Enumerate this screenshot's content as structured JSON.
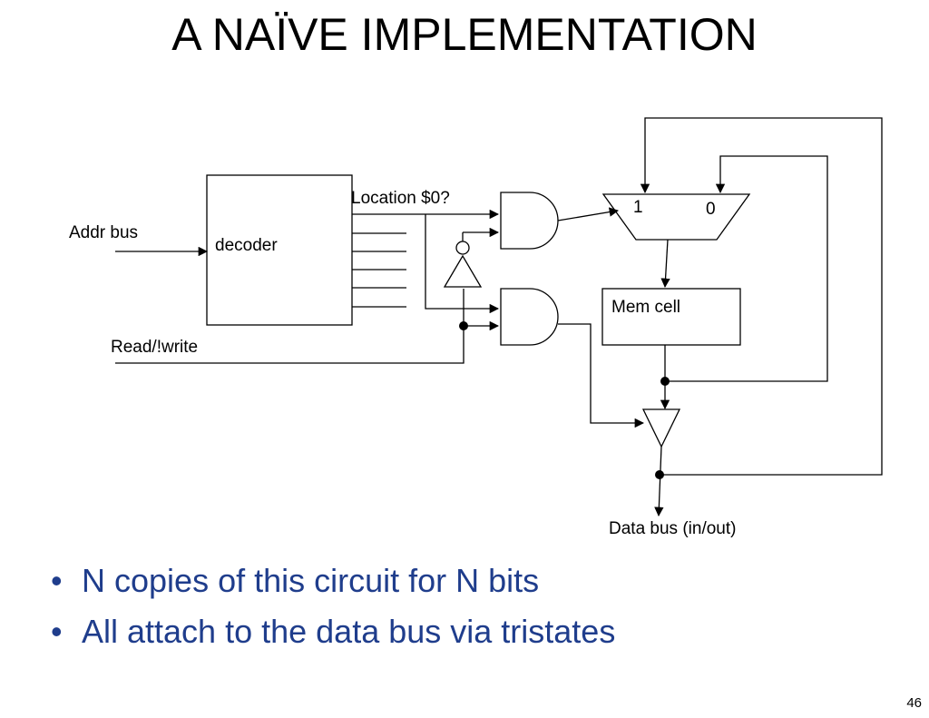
{
  "slide": {
    "title": "A NAÏVE IMPLEMENTATION",
    "page_number": "46",
    "text_color": "#1f3d8c"
  },
  "diagram": {
    "addr_bus_label": "Addr bus",
    "decoder_label": "decoder",
    "location_label": "Location $0?",
    "read_write_label": "Read/!write",
    "mux_input_1": "1",
    "mux_input_0": "0",
    "mem_cell_label": "Mem cell",
    "data_bus_label": "Data bus (in/out)"
  },
  "bullets": [
    {
      "marker": "•",
      "text": "N copies of this circuit for N bits"
    },
    {
      "marker": "•",
      "text": "All attach to the data bus via tristates"
    }
  ]
}
